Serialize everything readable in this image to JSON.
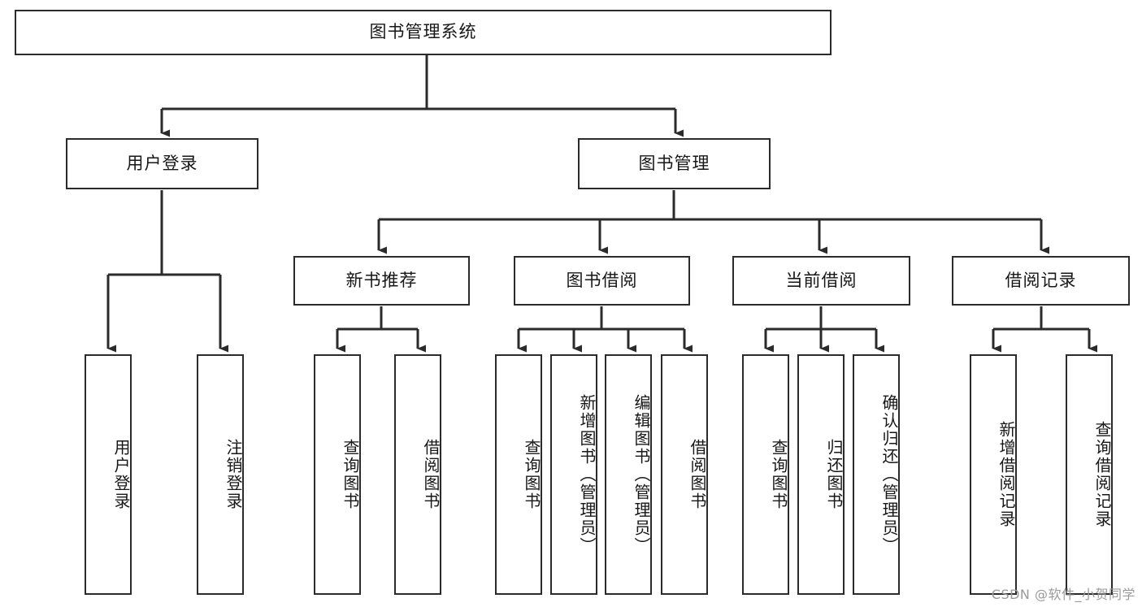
{
  "diagram": {
    "title": "图书管理系统",
    "type": "tree",
    "levels": 4,
    "root": {
      "id": "root",
      "label": "图书管理系统",
      "orientation": "horizontal"
    },
    "level2": [
      {
        "id": "user-login",
        "label": "用户登录",
        "orientation": "horizontal"
      },
      {
        "id": "book-management",
        "label": "图书管理",
        "orientation": "horizontal"
      }
    ],
    "level3": [
      {
        "id": "new-book-recommend",
        "label": "新书推荐",
        "orientation": "horizontal",
        "parent": "book-management"
      },
      {
        "id": "book-borrow",
        "label": "图书借阅",
        "orientation": "horizontal",
        "parent": "book-management"
      },
      {
        "id": "current-borrow",
        "label": "当前借阅",
        "orientation": "horizontal",
        "parent": "book-management"
      },
      {
        "id": "borrow-record",
        "label": "借阅记录",
        "orientation": "horizontal",
        "parent": "book-management"
      }
    ],
    "leaves": [
      {
        "id": "leaf-user-login",
        "label": "用户登录",
        "parent": "user-login",
        "orientation": "vertical"
      },
      {
        "id": "leaf-logout",
        "label": "注销登录",
        "parent": "user-login",
        "orientation": "vertical"
      },
      {
        "id": "leaf-query-book-1",
        "label": "查询图书",
        "parent": "new-book-recommend",
        "orientation": "vertical"
      },
      {
        "id": "leaf-borrow-book-1",
        "label": "借阅图书",
        "parent": "new-book-recommend",
        "orientation": "vertical"
      },
      {
        "id": "leaf-query-book-2",
        "label": "查询图书",
        "parent": "book-borrow",
        "orientation": "vertical"
      },
      {
        "id": "leaf-add-book",
        "label": "新增图书（管理员）",
        "parent": "book-borrow",
        "orientation": "vertical"
      },
      {
        "id": "leaf-edit-book",
        "label": "编辑图书（管理员）",
        "parent": "book-borrow",
        "orientation": "vertical"
      },
      {
        "id": "leaf-borrow-book-2",
        "label": "借阅图书",
        "parent": "book-borrow",
        "orientation": "vertical"
      },
      {
        "id": "leaf-query-book-3",
        "label": "查询图书",
        "parent": "current-borrow",
        "orientation": "vertical"
      },
      {
        "id": "leaf-return-book",
        "label": "归还图书",
        "parent": "current-borrow",
        "orientation": "vertical"
      },
      {
        "id": "leaf-confirm-return",
        "label": "确认归还（管理员）",
        "parent": "current-borrow",
        "orientation": "vertical"
      },
      {
        "id": "leaf-add-record",
        "label": "新增借阅记录",
        "parent": "borrow-record",
        "orientation": "vertical"
      },
      {
        "id": "leaf-query-record",
        "label": "查询借阅记录",
        "parent": "borrow-record",
        "orientation": "vertical"
      }
    ],
    "watermark": "CSDN @软件_小贺同学",
    "colors": {
      "box_border": "#2b2b2b",
      "box_fill": "#ffffff",
      "connector": "#2b2b2b",
      "text": "#171717",
      "watermark": "#9a9a9a",
      "background": "#ffffff"
    }
  }
}
